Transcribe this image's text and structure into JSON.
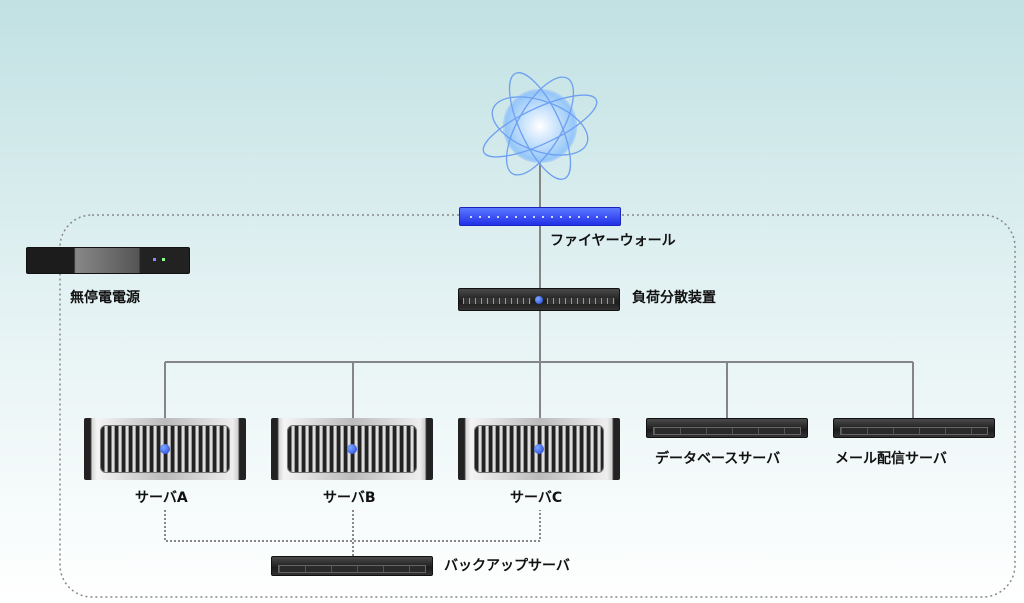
{
  "nodes": {
    "firewall": "ファイヤーウォール",
    "ups": "無停電電源",
    "load_balancer": "負荷分散装置",
    "server_a": "サーバA",
    "server_b": "サーバB",
    "server_c": "サーバC",
    "db_server": "データベースサーバ",
    "mail_server": "メール配信サーバ",
    "backup_server": "バックアップサーバ"
  },
  "colors": {
    "firewall": "#2f48f0",
    "line": "#808080",
    "globe": "#6fa0f0"
  }
}
